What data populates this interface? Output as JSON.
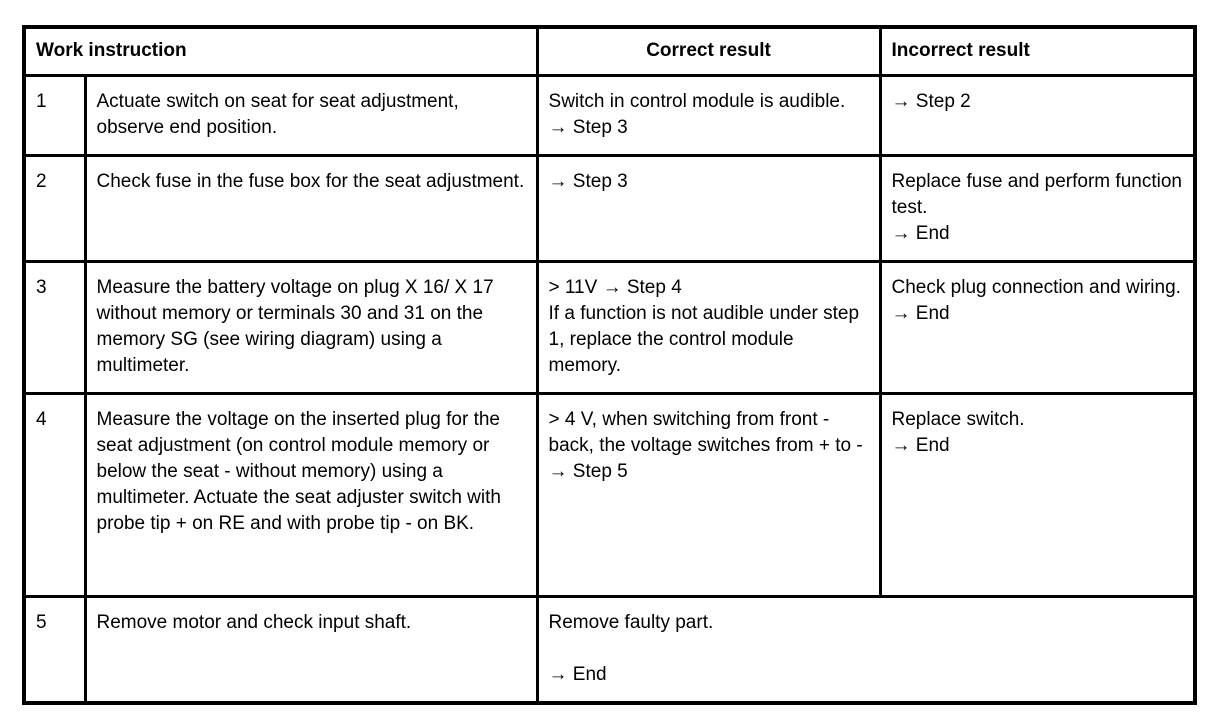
{
  "colors": {
    "background": "#ffffff",
    "border": "#000000",
    "text": "#000000"
  },
  "table": {
    "header": {
      "work": "Work instruction",
      "correct": "Correct result",
      "incorrect": "Incorrect result"
    },
    "rows": [
      {
        "step": "1",
        "instruction": "Actuate switch on seat for seat adjustment, observe end position.",
        "correct": "Switch in control module is audible. → Step 3",
        "incorrect": "→ Step 2"
      },
      {
        "step": "2",
        "instruction": "Check fuse in the fuse box for the seat adjustment.",
        "correct": "→ Step 3",
        "incorrect": "Replace fuse and perform function test.\n→ End"
      },
      {
        "step": "3",
        "instruction": "Measure the battery voltage on plug X 16/ X 17 without memory or terminals 30 and 31 on the memory SG (see wiring diagram) using a multimeter.",
        "correct": "> 11V → Step 4\nIf a function is not audible under step 1, replace the control module memory.",
        "incorrect": "Check plug connection and wiring.\n→ End"
      },
      {
        "step": "4",
        "instruction": "Measure the voltage on the inserted plug for the seat adjustment (on control module memory or below the seat - without memory) using a multimeter. Actuate the seat adjuster switch with probe tip + on RE and with probe tip - on BK.",
        "correct": "> 4 V, when switching from front - back, the voltage switches from + to - → Step 5",
        "incorrect": "Replace switch.\n→ End"
      },
      {
        "step": "5",
        "instruction": "Remove motor and check input shaft.",
        "result": "Remove faulty part.\n\n→ End"
      }
    ]
  }
}
